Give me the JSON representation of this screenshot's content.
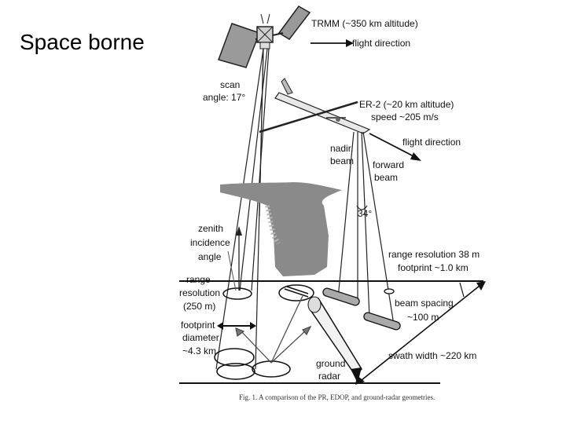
{
  "slide": {
    "title": "Space borne"
  },
  "labels": {
    "trmm": "TRMM (~350 km altitude)",
    "flight_dir_top": "flight direction",
    "scan_1": "scan",
    "scan_2": "angle: 17°",
    "er2_1": "ER-2 (~20 km altitude)",
    "er2_2": "speed ~205 m/s",
    "flight_dir_mid": "flight direction",
    "nadir_1": "nadir",
    "nadir_2": "beam",
    "forward_1": "forward",
    "forward_2": "beam",
    "angle34": "34°",
    "zenith_1": "zenith",
    "zenith_2": "incidence",
    "zenith_3": "angle",
    "range_1": "range",
    "range_2": "resolution",
    "range_3": "(250 m)",
    "rr38_1": "range resolution 38 m",
    "rr38_2": "footprint ~1.0 km",
    "footprint_1": "footprint",
    "footprint_2": "diameter",
    "footprint_3": "~4.3 km",
    "beam_1": "beam spacing",
    "beam_2": "~100 m",
    "ground_1": "ground",
    "ground_2": "radar",
    "swath": "swath width ~220 km",
    "caption": "Fig. 1. A comparison of the PR, EDOP, and ground-radar geometries."
  }
}
